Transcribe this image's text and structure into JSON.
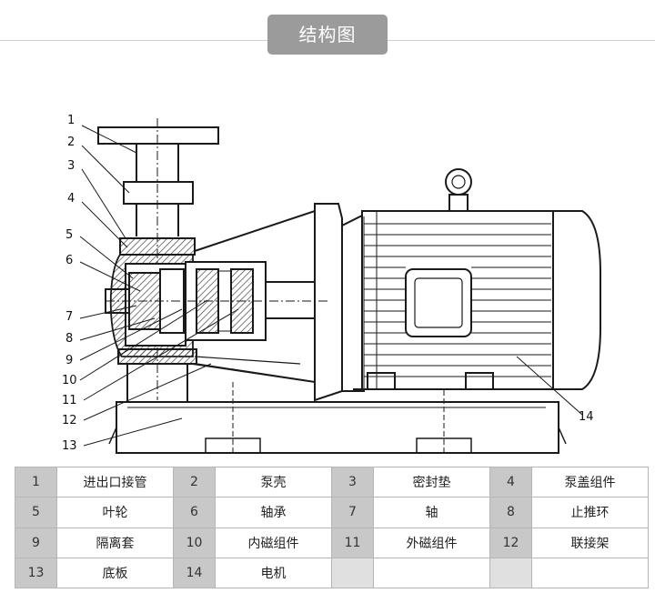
{
  "header": {
    "title": "结构图"
  },
  "diagram": {
    "labels": [
      "1",
      "2",
      "3",
      "4",
      "5",
      "6",
      "7",
      "8",
      "9",
      "10",
      "11",
      "12",
      "13",
      "14"
    ]
  },
  "parts_table": {
    "rows": [
      [
        {
          "num": "1",
          "name": "进出口接管"
        },
        {
          "num": "2",
          "name": "泵壳"
        },
        {
          "num": "3",
          "name": "密封垫"
        },
        {
          "num": "4",
          "name": "泵盖组件"
        }
      ],
      [
        {
          "num": "5",
          "name": "叶轮"
        },
        {
          "num": "6",
          "name": "轴承"
        },
        {
          "num": "7",
          "name": "轴"
        },
        {
          "num": "8",
          "name": "止推环"
        }
      ],
      [
        {
          "num": "9",
          "name": "隔离套"
        },
        {
          "num": "10",
          "name": "内磁组件"
        },
        {
          "num": "11",
          "name": "外磁组件"
        },
        {
          "num": "12",
          "name": "联接架"
        }
      ],
      [
        {
          "num": "13",
          "name": "底板"
        },
        {
          "num": "14",
          "name": "电机"
        },
        {
          "num": "",
          "name": ""
        },
        {
          "num": "",
          "name": ""
        }
      ]
    ]
  },
  "colors": {
    "pill": "#9b9b9b",
    "line": "#1a1a1a",
    "hatch": "#444444"
  }
}
